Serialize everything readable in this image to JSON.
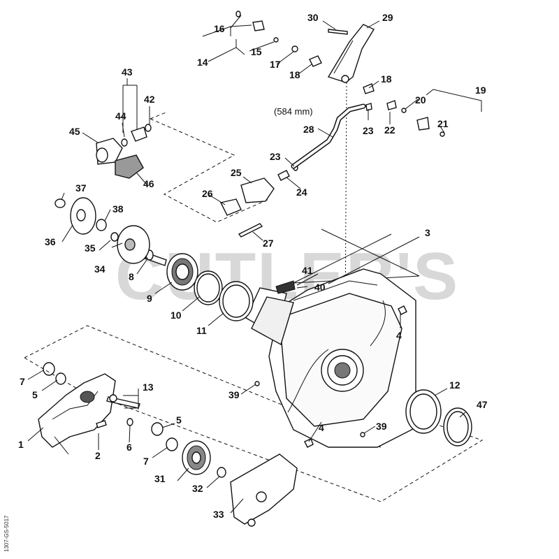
{
  "watermark": "CUTLER'S",
  "measurement_label": "(584 mm)",
  "reference_code": "1307-GS-5017",
  "callouts": {
    "c1": "1",
    "c2": "2",
    "c3": "3",
    "c4a": "4",
    "c4b": "4",
    "c5a": "5",
    "c5b": "5",
    "c6": "6",
    "c7a": "7",
    "c7b": "7",
    "c8": "8",
    "c9": "9",
    "c10": "10",
    "c11": "11",
    "c12": "12",
    "c13": "13",
    "c14": "14",
    "c15": "15",
    "c16": "16",
    "c17": "17",
    "c18a": "18",
    "c18b": "18",
    "c19": "19",
    "c20": "20",
    "c21": "21",
    "c22": "22",
    "c23a": "23",
    "c23b": "23",
    "c24": "24",
    "c25": "25",
    "c26": "26",
    "c27": "27",
    "c28": "28",
    "c29": "29",
    "c30": "30",
    "c31": "31",
    "c32": "32",
    "c33": "33",
    "c34": "34",
    "c35": "35",
    "c36": "36",
    "c37": "37",
    "c38": "38",
    "c39a": "39",
    "c39b": "39",
    "c40": "40",
    "c41": "41",
    "c42": "42",
    "c43": "43",
    "c44": "44",
    "c45": "45",
    "c46": "46",
    "c47": "47"
  }
}
